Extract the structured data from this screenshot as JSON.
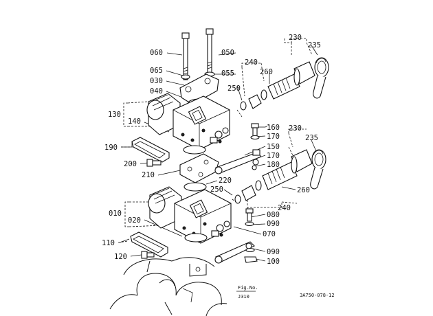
{
  "labels": {
    "p060": "060",
    "p050": "050",
    "p065": "065",
    "p055": "055",
    "p030": "030",
    "p040": "040",
    "p130": "130",
    "p140": "140",
    "p190": "190",
    "p200": "200",
    "p210": "210",
    "p220": "220",
    "p010": "010",
    "p020": "020",
    "p110": "110",
    "p120": "120",
    "p230a": "230",
    "p235a": "235",
    "p240a": "240",
    "p260a": "260",
    "p250a": "250",
    "p160": "160",
    "p170a": "170",
    "p150": "150",
    "p170b": "170",
    "p180": "180",
    "p230b": "230",
    "p235b": "235",
    "p250b": "250",
    "p260b": "260",
    "p240b": "240",
    "p080": "080",
    "p090a": "090",
    "p070": "070",
    "p090b": "090",
    "p100": "100"
  },
  "footer": {
    "fig_label": "Fig.No.",
    "fig_number": "J310",
    "drawing_code": "3A750-078-12"
  }
}
